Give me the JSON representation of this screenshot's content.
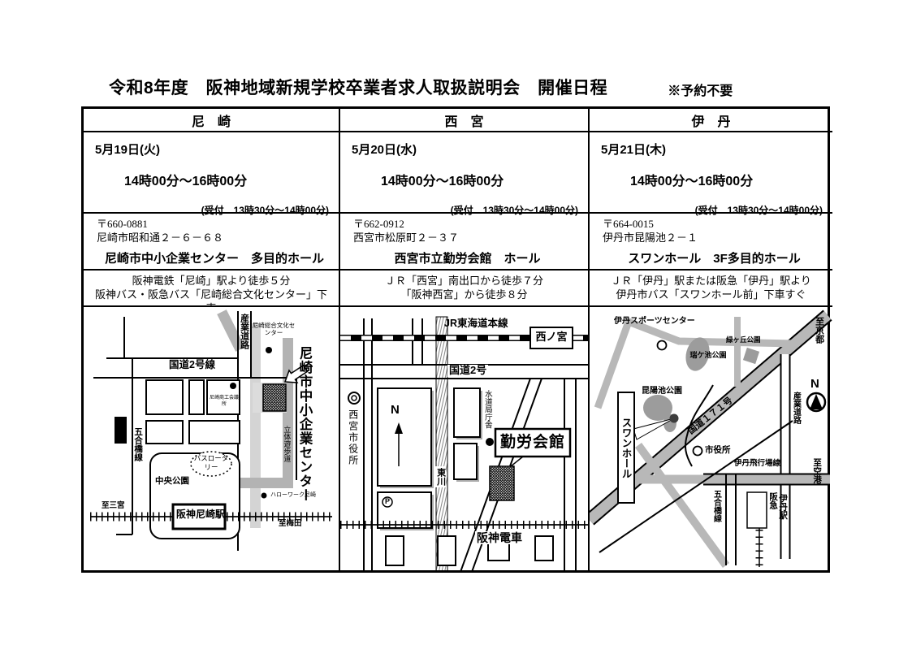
{
  "page": {
    "title": "令和8年度　阪神地域新規学校卒業者求人取扱説明会　開催日程",
    "note": "※予約不要"
  },
  "table": {
    "columns": [
      {
        "region": "尼　崎",
        "date": "5月19日(火)",
        "time": "14時00分～16時00分",
        "reception": "(受付　13時30分～14時00分)",
        "postal": "〒660-0881",
        "address": "尼崎市昭和通２－６－６８",
        "venue": "尼崎市中小企業センター　多目的ホール",
        "access": [
          "阪神電鉄「尼崎」駅より徒歩５分",
          "阪神バス・阪急バス「尼崎総合文化センター」下車"
        ]
      },
      {
        "region": "西　宮",
        "date": "5月20日(水)",
        "time": "14時00分～16時00分",
        "reception": "(受付　13時30分～14時00分)",
        "postal": "〒662-0912",
        "address": "西宮市松原町２－３７",
        "venue": "西宮市立勤労会館　ホール",
        "access": [
          "ＪＲ「西宮」南出口から徒歩７分",
          "「阪神西宮」から徒歩８分"
        ]
      },
      {
        "region": "伊　丹",
        "date": "5月21日(木)",
        "time": "14時00分～16時00分",
        "reception": "(受付　13時30分～14時00分)",
        "postal": "〒664-0015",
        "address": "伊丹市昆陽池２－１",
        "venue": "スワンホール　3F多目的ホール",
        "access": [
          "ＪＲ「伊丹」駅または阪急「伊丹」駅より",
          "伊丹市バス「スワンホール前」下車すぐ"
        ]
      }
    ]
  },
  "maps": {
    "amagasaki": {
      "sangyo_road": "産業道路",
      "bunka_center": "尼崎総合文化センター",
      "kokudo2": "国道2号線",
      "shoko": "尼崎商工会議所",
      "chusho_center": "尼崎市中小企業センター",
      "rittai": "立体遊歩道",
      "gogobashi": "五合橋線",
      "chuo_park": "中央公園",
      "bus_rotary": "バスロータリー",
      "station": "阪神尼崎駅",
      "to_sannomiya": "至三宮",
      "to_umeda": "至梅田",
      "hellowork": "ハローワーク尼崎"
    },
    "nishinomiya": {
      "jr_line": "JR東海道本線",
      "station": "西ノ宮",
      "kokudo2": "国道2号",
      "city_hall": "西宮市役所",
      "north": "N",
      "suido": "水道局庁舎",
      "kinro": "勤労会館",
      "river": "東川",
      "hanshin": "阪神電車",
      "parking": "P"
    },
    "itami": {
      "sports_center": "伊丹スポーツセンター",
      "to_kyoto": "至京都",
      "zuigaike": "瑞ケ池公園",
      "midorigaoka": "緑ヶ丘公園",
      "north": "N",
      "sangyo_road": "産業道路",
      "konyoike": "昆陽池公園",
      "swan_hall": "スワンホール",
      "kokudo171": "国道１７１号",
      "shiyakusho": "市役所",
      "airport_line": "伊丹飛行場線",
      "to_airport": "至空港",
      "gogobashi": "五合橋線",
      "hankyu": "阪急",
      "itami_sta": "伊丹駅"
    }
  }
}
